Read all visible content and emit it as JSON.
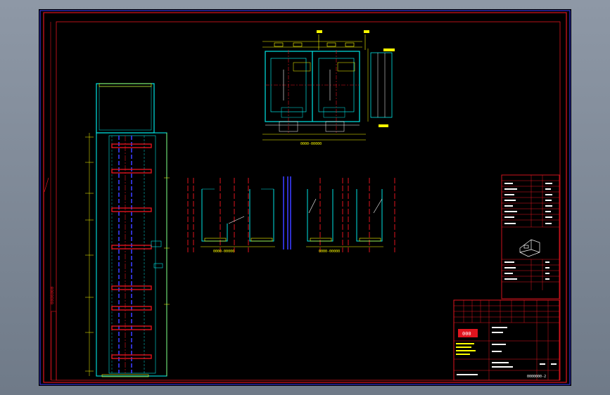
{
  "colors": {
    "background": "#000000",
    "frame": "#e0141e",
    "outer_border": "#3a3cff",
    "wall": "#00e5e5",
    "guide_rail": "#3a3cff",
    "dimension": "#ffff00",
    "text": "#ffffff",
    "logo": "#e0141e"
  },
  "frame": {
    "left_label": "0000000",
    "logo_text": "000",
    "drawing_number": "0000000-2"
  },
  "views": {
    "plan_view_label": "0000-00000",
    "section_label_1": "0000-00000",
    "section_label_2": "0000-00000"
  }
}
